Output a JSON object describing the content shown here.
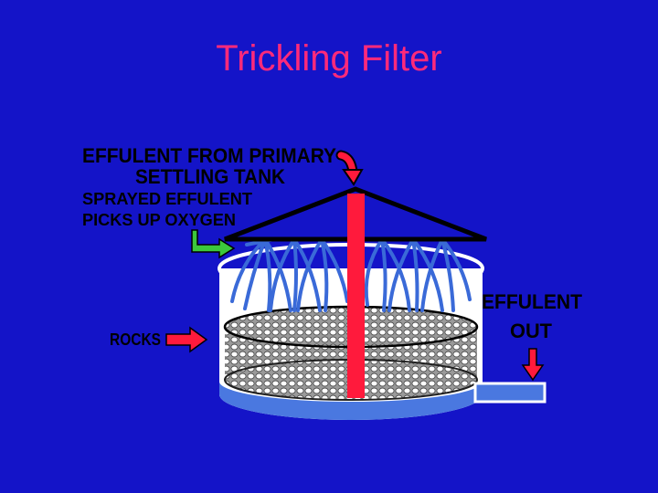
{
  "title": "Trickling Filter",
  "labels": {
    "influent_line1": "EFFULENT FROM PRIMARY",
    "influent_line2": "SETTLING TANK",
    "sprayed_line1": "SPRAYED EFFULENT",
    "sprayed_line2": "PICKS UP OXYGEN",
    "rocks": "ROCKS",
    "out_line1": "EFFULENT",
    "out_line2": "OUT"
  },
  "colors": {
    "background": "#1414c8",
    "title": "#ff2a7a",
    "pipe": "#ff1a3c",
    "spray": "#3a6ad8",
    "tank_wall": "#ffffff",
    "rock_bed": "#8a8a8a",
    "water": "#4a78e0",
    "green_arrow": "#3cc83c"
  },
  "icons": [
    "red-arrow-icon",
    "green-arrow-icon"
  ]
}
